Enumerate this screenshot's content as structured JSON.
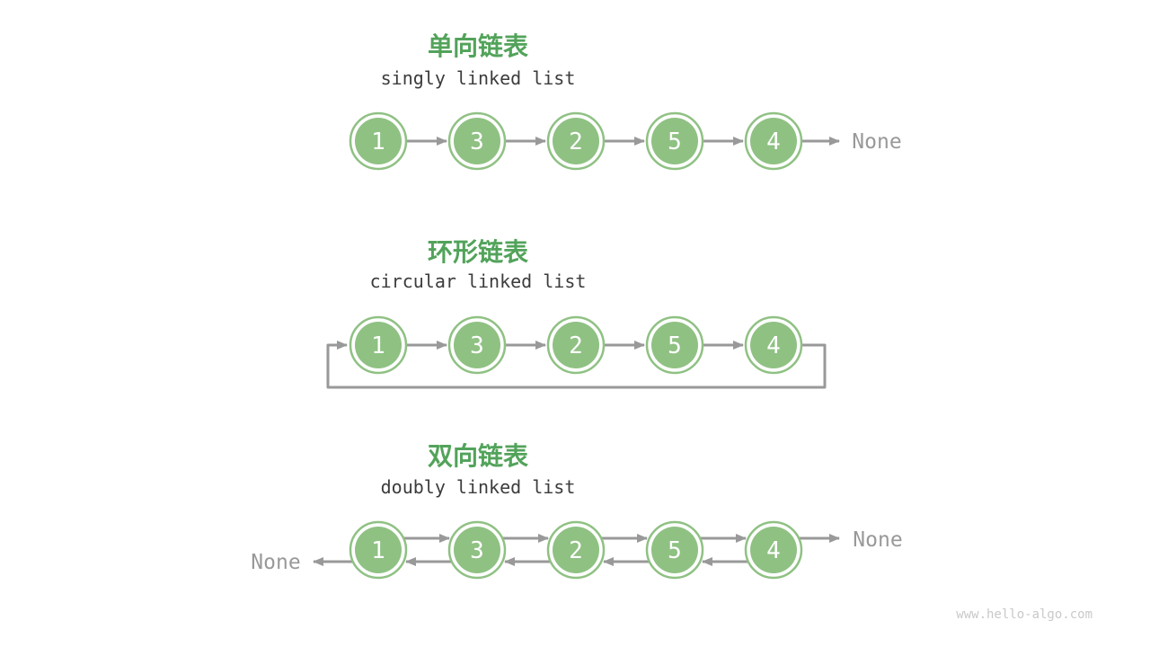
{
  "page": {
    "watermark": "www.hello-algo.com"
  },
  "colors": {
    "node_fill": "#8FC183",
    "node_ring": "#8FC183",
    "node_value_color": "#FFFFFF",
    "title_green": "#52A35A",
    "subtitle_color": "#3C3C3C",
    "arrow_gray": "#999999",
    "none_gray": "#999999",
    "watermark_gray": "#C9C9C9"
  },
  "sections": [
    {
      "id": "singly",
      "type": "singly",
      "title": "单向链表",
      "subtitle": "singly linked list",
      "values": [
        "1",
        "3",
        "2",
        "5",
        "4"
      ],
      "labels": {
        "tail": "None"
      }
    },
    {
      "id": "circular",
      "type": "circular",
      "title": "环形链表",
      "subtitle": "circular linked list",
      "values": [
        "1",
        "3",
        "2",
        "5",
        "4"
      ],
      "labels": {}
    },
    {
      "id": "doubly",
      "type": "doubly",
      "title": "双向链表",
      "subtitle": "doubly linked list",
      "values": [
        "1",
        "3",
        "2",
        "5",
        "4"
      ],
      "labels": {
        "head": "None",
        "tail": "None"
      }
    }
  ]
}
